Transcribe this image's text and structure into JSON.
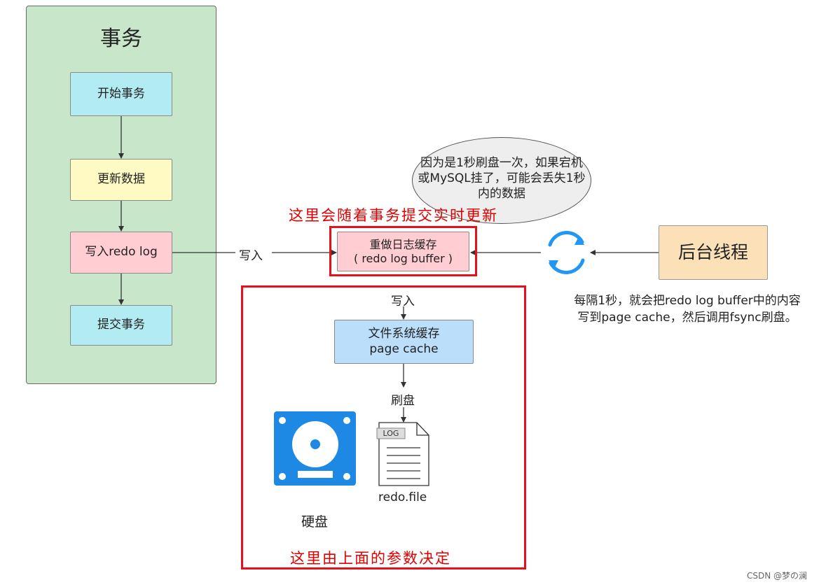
{
  "transaction": {
    "title": "事务",
    "steps": [
      "开始事务",
      "更新数据",
      "写入redo log",
      "提交事务"
    ]
  },
  "write_label_1": "写入",
  "redo_buffer": {
    "line1": "重做日志缓存",
    "line2": "( redo log buffer )"
  },
  "annotation_top": "这里会随着事务提交实时更新",
  "bubble_text": "因为是1秒刷盘一次，如果宕机或MySQL挂了，可能会丢失1秒内的数据",
  "write_label_2": "写入",
  "page_cache": {
    "line1": "文件系统缓存",
    "line2": "page cache"
  },
  "flush_label": "刷盘",
  "disk_label": "硬盘",
  "log_file": {
    "tag": "LOG",
    "name": "redo.file"
  },
  "annotation_bottom": "这里由上面的参数决定",
  "background_thread": "后台线程",
  "background_note": {
    "line1": "每隔1秒，就会把redo log buffer中的内容",
    "line2": "写到page cache，然后调用fsync刷盘。"
  },
  "watermark": "CSDN @梦の澜",
  "colors": {
    "panel_green": "#c8e6c9",
    "cyan": "#b2ebf2",
    "yellow": "#fff9c4",
    "pink": "#ffcdd2",
    "blue": "#bbdefb",
    "orange": "#fce0b8",
    "red": "#e8101a",
    "disk_blue": "#1e88e5",
    "sync_blue": "#2196f3"
  },
  "icons": [
    "hard-disk-icon",
    "log-file-icon",
    "sync-icon"
  ]
}
